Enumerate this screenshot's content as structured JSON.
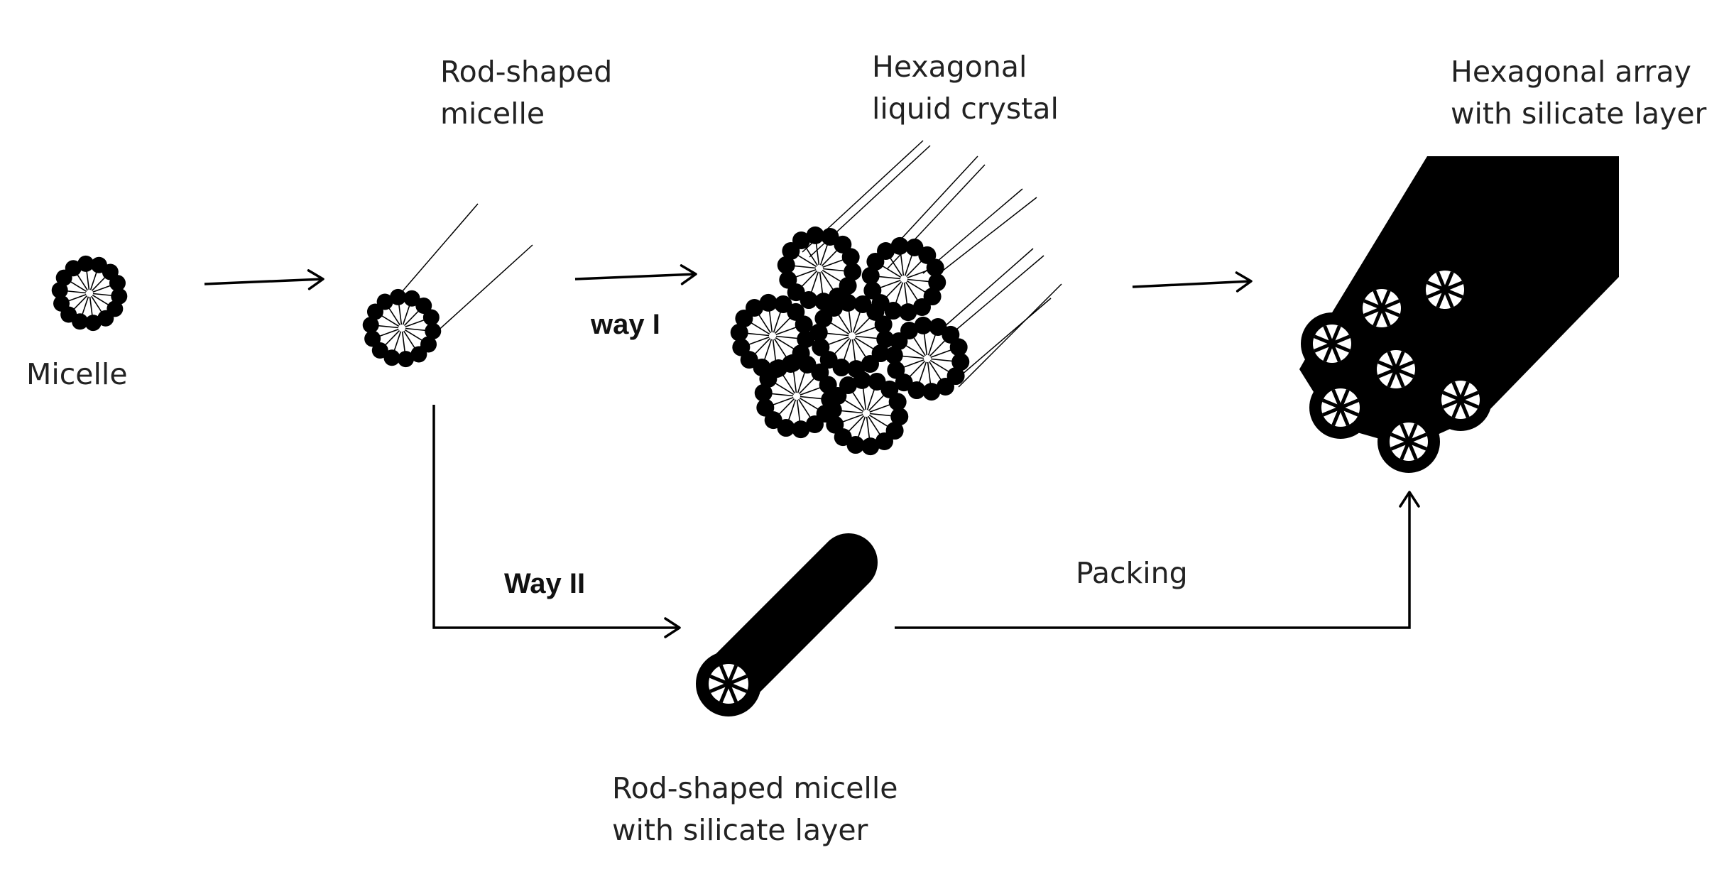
{
  "labels": {
    "micelle": "Micelle",
    "rod_micelle": [
      "Rod-shaped",
      "micelle"
    ],
    "hex_liquid_crystal": [
      "Hexagonal",
      "liquid crystal"
    ],
    "hex_array": [
      "Hexagonal array",
      "with silicate layer"
    ],
    "way_one": "way I",
    "way_two": "Way II",
    "packing": "Packing",
    "rod_silicate": [
      "Rod-shaped micelle",
      "with silicate layer"
    ]
  },
  "colors": {
    "ink": "#000000",
    "background": "#ffffff",
    "text": "#222222"
  }
}
